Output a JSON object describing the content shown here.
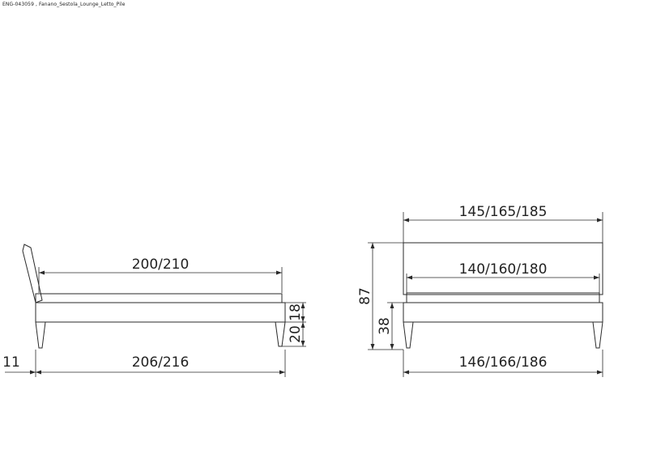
{
  "drawing": {
    "caption": "ENG-043059 , Fanano_Sestola_Lounge_Letto_Pile",
    "side_view": {
      "mattress_length": "200/210",
      "overall_length": "206/216",
      "bottom_offset": "11",
      "frame_height": "18",
      "leg_height": "20"
    },
    "front_view": {
      "headboard_width": "145/165/185",
      "mattress_width": "140/160/180",
      "overall_width": "146/166/186",
      "total_height": "87",
      "seat_height": "38"
    }
  }
}
